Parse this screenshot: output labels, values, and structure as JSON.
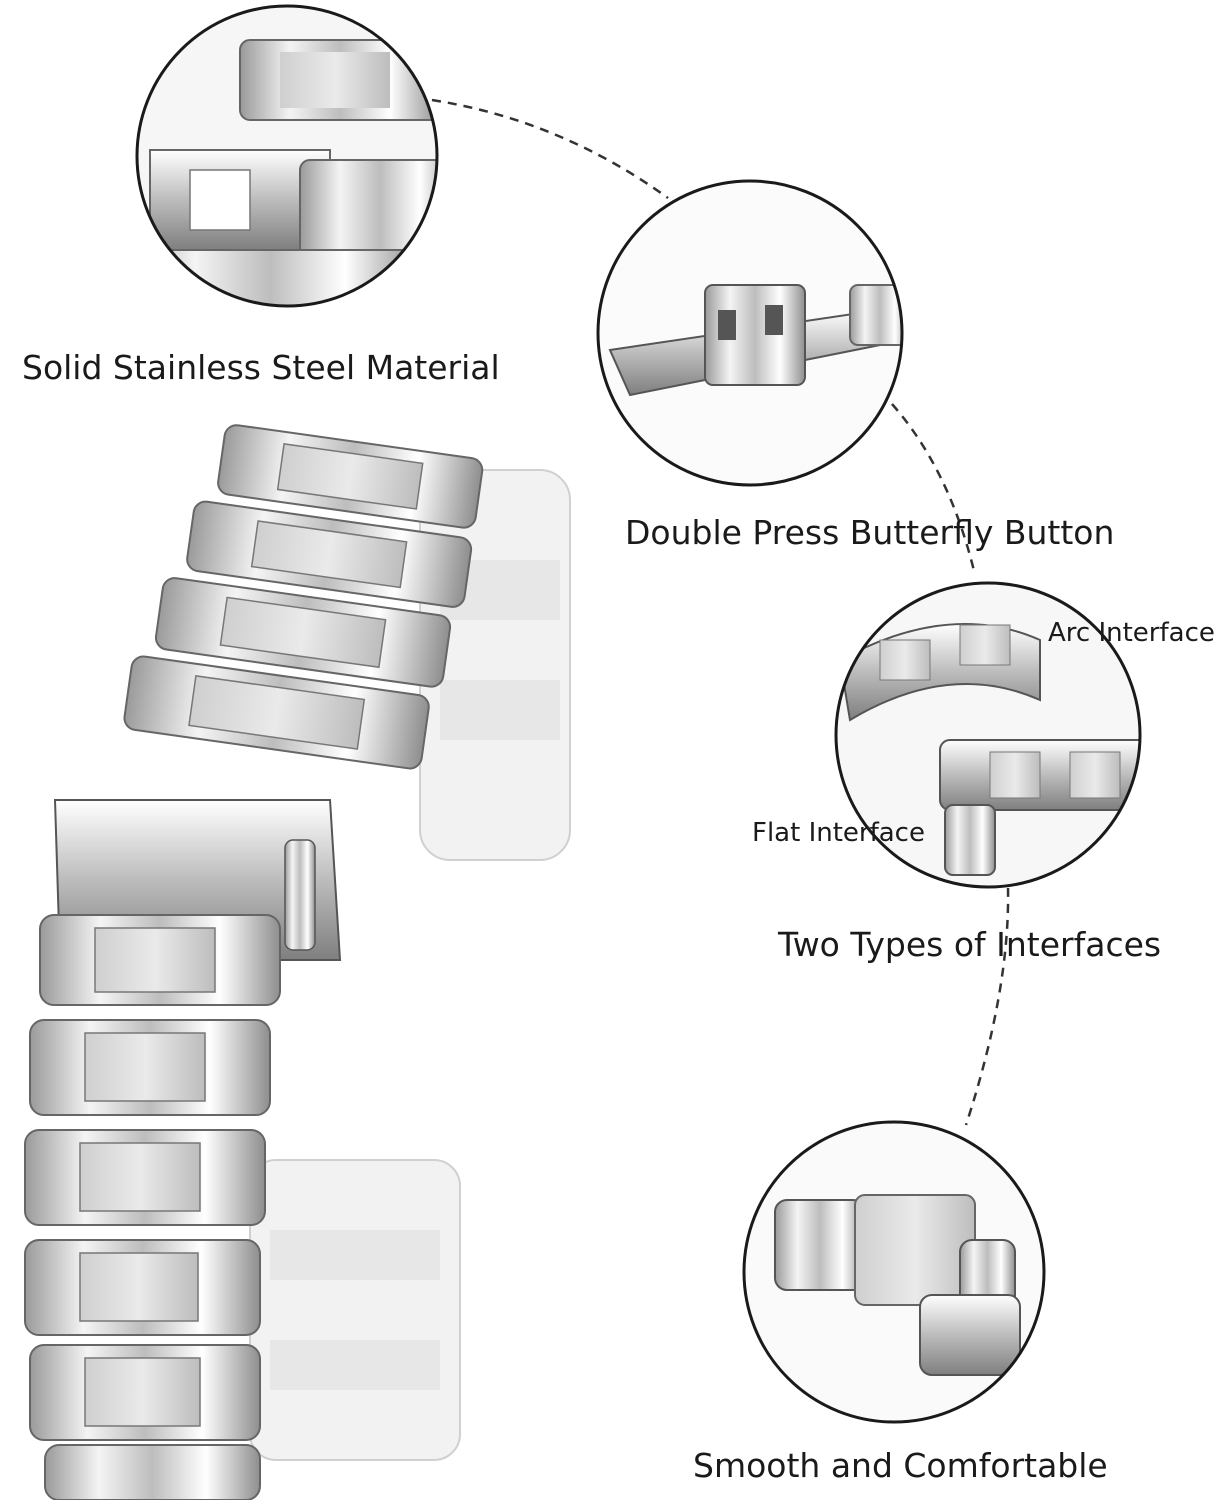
{
  "features": {
    "material": "Solid Stainless Steel Material",
    "clasp": "Double Press Butterfly Button",
    "interfaces": "Two Types of Interfaces",
    "arc": "Arc Interface",
    "flat": "Flat Interface",
    "comfort": "Smooth and Comfortable"
  },
  "colors": {
    "steel_light": "#f2f2f2",
    "steel_mid": "#c9c9c9",
    "steel_dark": "#8a8a8a",
    "outline": "#1a1a1a"
  }
}
